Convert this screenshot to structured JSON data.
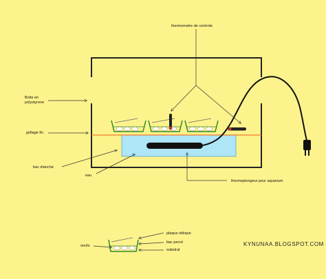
{
  "labels": {
    "thermometre": "thermometre de controle",
    "boite_line1": "Boite  en",
    "boite_line2": "polystyrene",
    "grillage": "grillage fin",
    "bac_etanche": "bac étanche",
    "eau": "eau",
    "thermoplongeur": "thermoplongeur pour aquarium",
    "plaque": "plaque oblique",
    "bac_perce": "bac percé",
    "substrat": "substrat",
    "oeufs": "oeufs"
  },
  "watermark": "KYNUNAA.BLOGSPOT.COM",
  "colors": {
    "background": "#fdf38c",
    "water": "#aee6f7",
    "grid_line": "#f07a2a",
    "heater": "#111111",
    "tray_edge": "#2e8b2e",
    "thermometer_bulb": "#c0392b"
  }
}
